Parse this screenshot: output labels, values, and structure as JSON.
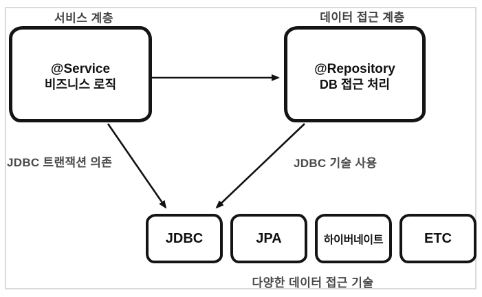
{
  "diagram": {
    "service_layer_label": "서비스 계층",
    "data_access_layer_label": "데이터 접근 계층",
    "service_box": {
      "title": "@Service",
      "subtitle": "비즈니스 로직"
    },
    "repository_box": {
      "title": "@Repository",
      "subtitle": "DB 접근 처리"
    },
    "edge_left_label": "JDBC 트랜잭션 의존",
    "edge_right_label": "JDBC 기술 사용",
    "tech_boxes": [
      "JDBC",
      "JPA",
      "하이버네이트",
      "ETC"
    ],
    "footer_label": "다양한 데이터 접근 기술",
    "colors": {
      "node_border": "#141414",
      "arrow": "#111111",
      "gray_label": "#4a4a4a",
      "frame_border": "#dadada",
      "background": "#ffffff"
    }
  }
}
